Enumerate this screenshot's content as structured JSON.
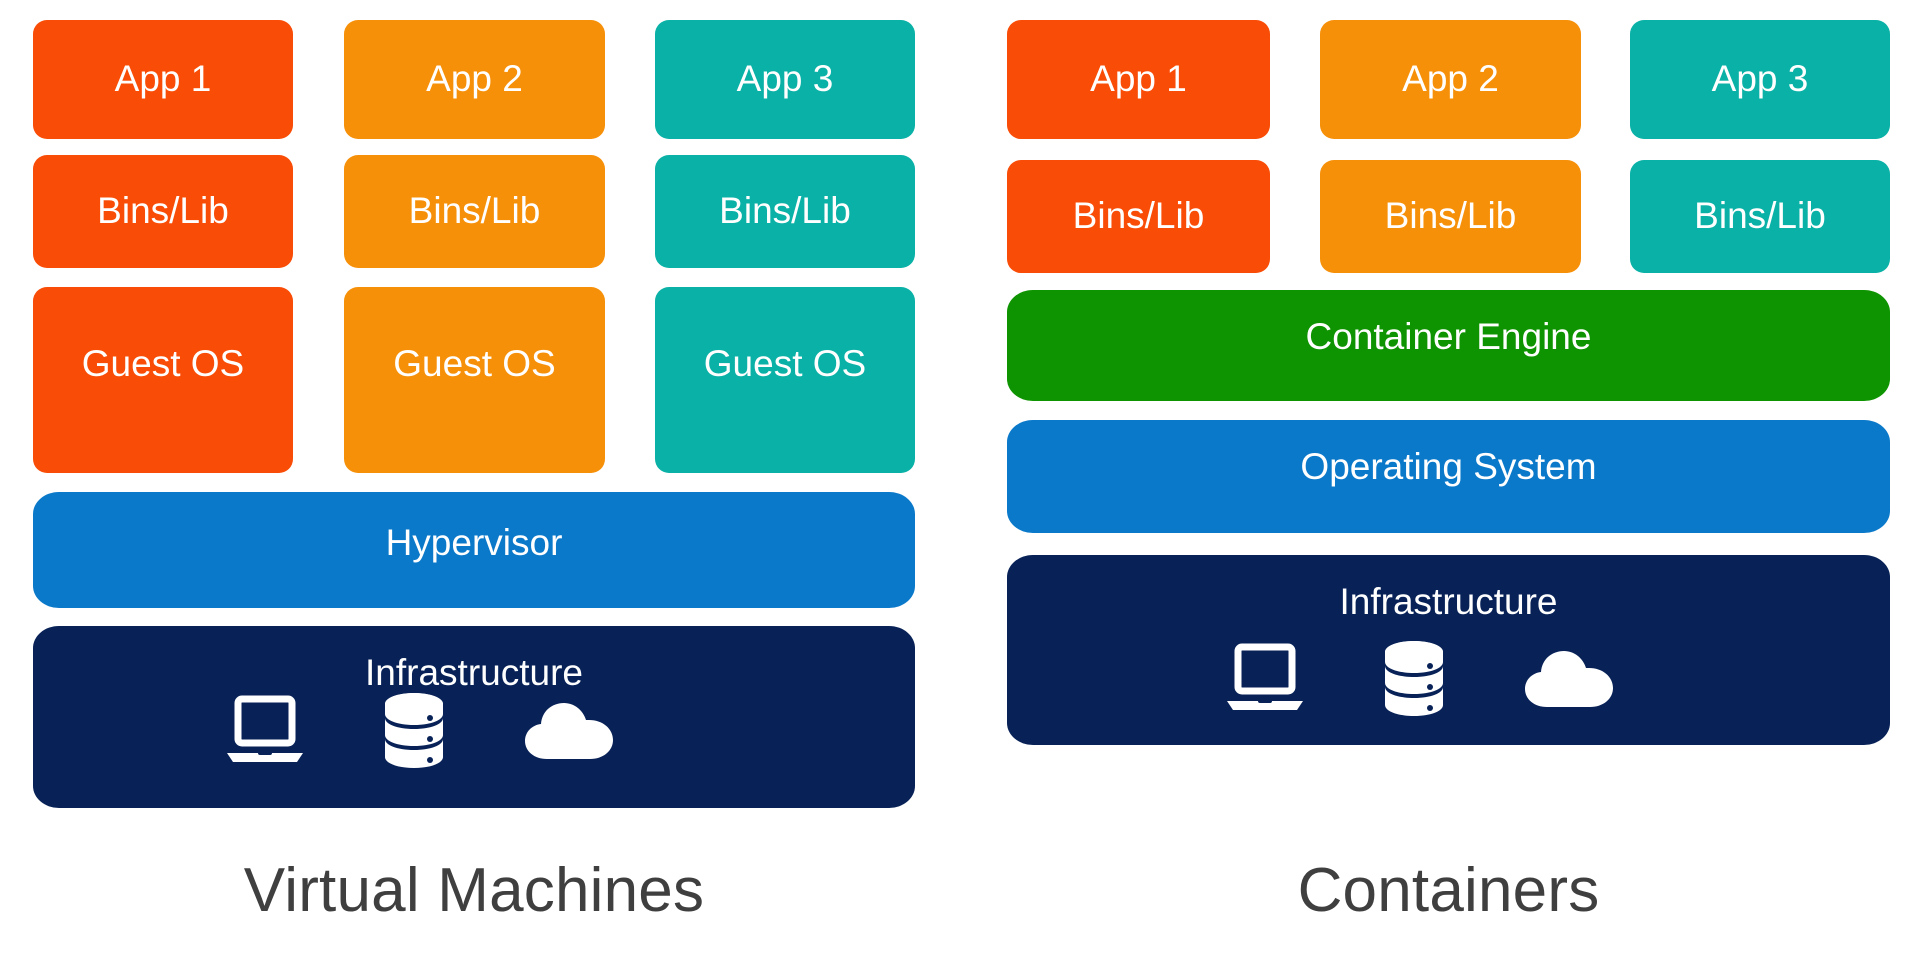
{
  "colors": {
    "orange_red": "#f94c06",
    "orange": "#f79009",
    "teal": "#0ab1a6",
    "blue": "#0b79ca",
    "green": "#0e9400",
    "navy": "#082257",
    "caption_text": "#3f3f3f",
    "tile_text": "#ffffff",
    "background": "#ffffff"
  },
  "diagram": {
    "type": "comparison-stack-diagram",
    "panels": [
      {
        "id": "virtual-machines",
        "caption": "Virtual Machines",
        "columns": [
          {
            "color_key": "orange_red",
            "tiles": [
              {
                "label": "App 1"
              },
              {
                "label": "Bins/Lib"
              },
              {
                "label": "Guest OS"
              }
            ]
          },
          {
            "color_key": "orange",
            "tiles": [
              {
                "label": "App 2"
              },
              {
                "label": "Bins/Lib"
              },
              {
                "label": "Guest OS"
              }
            ]
          },
          {
            "color_key": "teal",
            "tiles": [
              {
                "label": "App 3"
              },
              {
                "label": "Bins/Lib"
              },
              {
                "label": "Guest OS"
              }
            ]
          }
        ],
        "bands": [
          {
            "label": "Hypervisor",
            "color_key": "blue",
            "icons": []
          },
          {
            "label": "Infrastructure",
            "color_key": "navy",
            "icons": [
              "laptop-icon",
              "database-icon",
              "cloud-icon"
            ]
          }
        ]
      },
      {
        "id": "containers",
        "caption": "Containers",
        "columns": [
          {
            "color_key": "orange_red",
            "tiles": [
              {
                "label": "App 1"
              },
              {
                "label": "Bins/Lib"
              }
            ]
          },
          {
            "color_key": "orange",
            "tiles": [
              {
                "label": "App 2"
              },
              {
                "label": "Bins/Lib"
              }
            ]
          },
          {
            "color_key": "teal",
            "tiles": [
              {
                "label": "App 3"
              },
              {
                "label": "Bins/Lib"
              }
            ]
          }
        ],
        "bands": [
          {
            "label": "Container Engine",
            "color_key": "green",
            "icons": []
          },
          {
            "label": "Operating System",
            "color_key": "blue",
            "icons": []
          },
          {
            "label": "Infrastructure",
            "color_key": "navy",
            "icons": [
              "laptop-icon",
              "database-icon",
              "cloud-icon"
            ]
          }
        ]
      }
    ]
  }
}
